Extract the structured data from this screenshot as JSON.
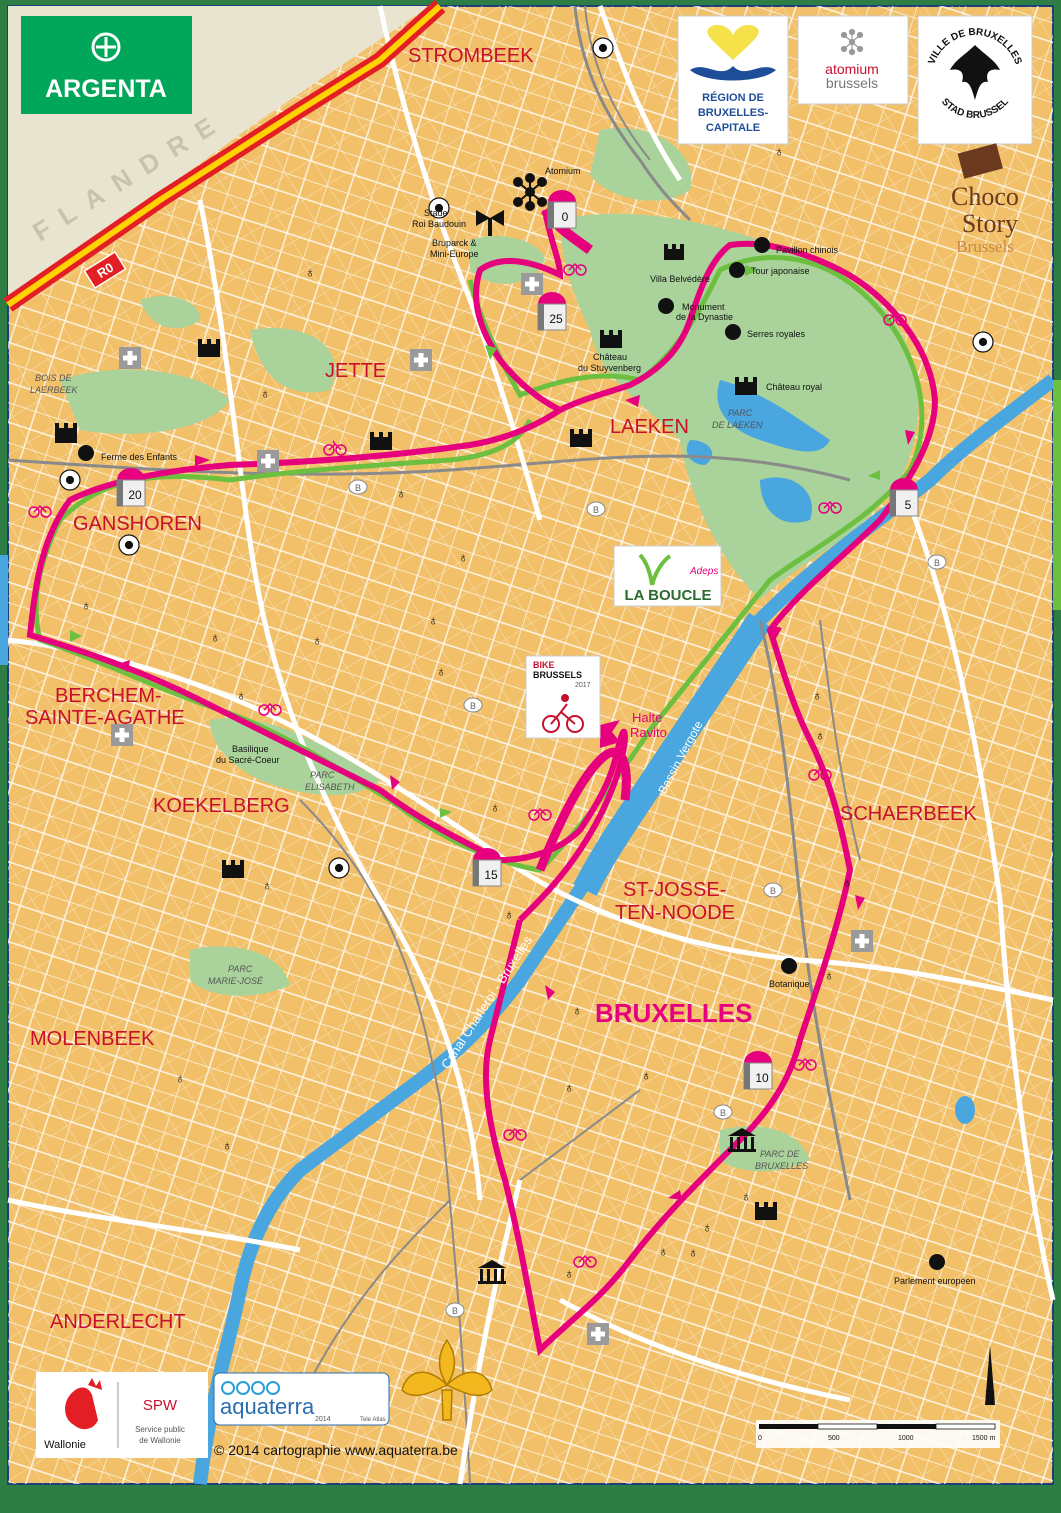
{
  "colors": {
    "land": "#f2c068",
    "park": "#a9d39a",
    "water": "#4aa6df",
    "route_pink": "#e6007e",
    "route_green": "#6cbf3f",
    "road": "#ffffff",
    "district_label": "#c8102e",
    "border": "#1a3f7a"
  },
  "districts": {
    "strombeek": "STROMBEEK",
    "jette": "JETTE",
    "laeken": "LAEKEN",
    "ganshoren": "GANSHOREN",
    "berchem_1": "BERCHEM-",
    "berchem_2": "SAINTE-AGATHE",
    "koekelberg": "KOEKELBERG",
    "schaerbeek": "SCHAERBEEK",
    "stjosse_1": "ST-JOSSE-",
    "stjosse_2": "TEN-NOODE",
    "bruxelles": "BRUXELLES",
    "molenbeek": "MOLENBEEK",
    "anderlecht": "ANDERLECHT"
  },
  "areas": {
    "flandre": "FLANDRE",
    "bois_laerbeek_1": "BOIS DE",
    "bois_laerbeek_2": "LAERBEEK",
    "parc_laeken_1": "PARC",
    "parc_laeken_2": "DE LAEKEN",
    "parc_elisabeth_1": "PARC",
    "parc_elisabeth_2": "ELISABETH",
    "parc_mariejose_1": "PARC",
    "parc_mariejose_2": "MARIE-JOSÉ",
    "parc_bruxelles_1": "PARC DE",
    "parc_bruxelles_2": "BRUXELLES"
  },
  "roads": {
    "ring": "R0",
    "canal": "Canal Charleroi - Bruxelles",
    "bassin": "Bassin Vergote"
  },
  "pois": {
    "atomium": "Atomium",
    "stade_1": "Stade",
    "stade_2": "Roi Baudouin",
    "bruparck_1": "Bruparck &",
    "bruparck_2": "Mini-Europe",
    "pavillon": "Pavillon chinois",
    "tour": "Tour japonaise",
    "belvedere": "Villa Belvédère",
    "monument_1": "Monument",
    "monument_2": "de la Dynastie",
    "serres": "Serres royales",
    "stuyvenberg_1": "Château",
    "stuyvenberg_2": "du Stuyvenberg",
    "chateau_royal": "Château royal",
    "ferme": "Ferme des Enfants",
    "basilique_1": "Basilique",
    "basilique_2": "du Sacré-Coeur",
    "botanique": "Botanique",
    "parlement": "Parlement européen",
    "halte_1": "Halte",
    "halte_2": "Ravito"
  },
  "km_markers": [
    "0",
    "25",
    "20",
    "5",
    "15",
    "10"
  ],
  "logos": {
    "argenta": "ARGENTA",
    "region_1": "RÉGION DE",
    "region_2": "BRUXELLES-",
    "region_3": "CAPITALE",
    "atomium_1": "atomium",
    "atomium_2": "brussels",
    "ville_top": "VILLE DE BRUXELLES",
    "ville_bottom": "STAD BRUSSEL",
    "choco_1": "Choco",
    "choco_2": "Story",
    "choco_3": "Brussels",
    "boucle_1": "Adeps",
    "boucle_2": "LA BOUCLE",
    "bike_1": "BIKE",
    "bike_2": "BRUSSELS",
    "bike_3": "2017",
    "wallonie": "Wallonie",
    "spw_1": "SPW",
    "spw_2": "Service public",
    "spw_3": "de Wallonie",
    "aquaterra": "aquaterra",
    "aquaterra_year": "2014",
    "aquaterra_sub": "Tele Atlas"
  },
  "scale": {
    "ticks": [
      "0",
      "500",
      "1000",
      "1500 m"
    ]
  },
  "compass": "N",
  "copyright": "© 2014 cartographie www.aquaterra.be",
  "map_symbols": {
    "bus": "B"
  }
}
